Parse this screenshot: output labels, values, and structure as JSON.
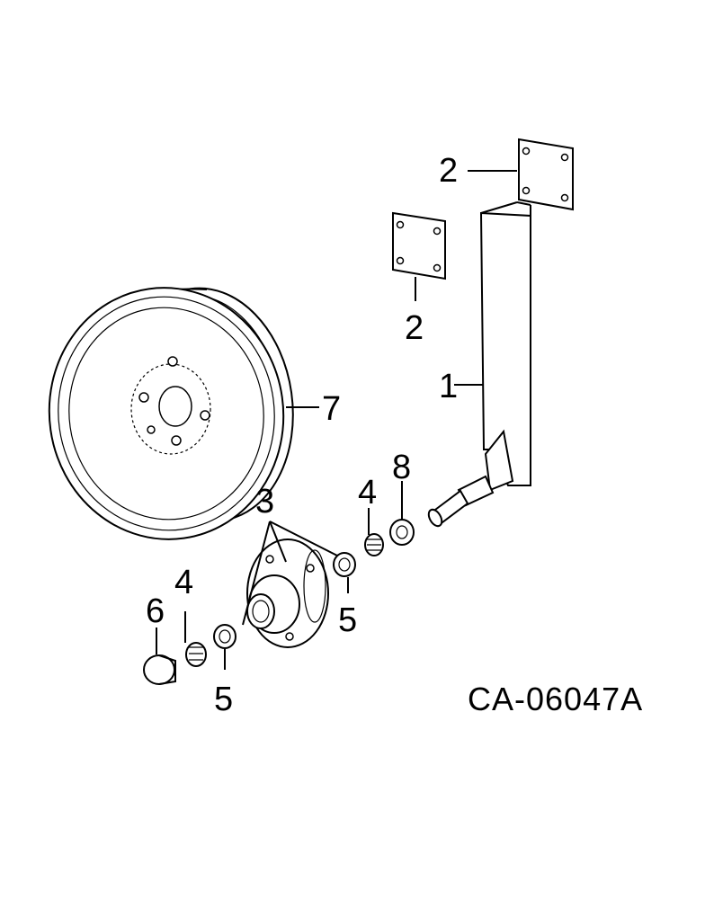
{
  "figure_id": "CA-06047A",
  "callouts": {
    "part_1": "1",
    "part_2_upper": "2",
    "part_2_lower": "2",
    "part_3": "3",
    "part_4_right": "4",
    "part_4_left": "4",
    "part_5_right": "5",
    "part_5_left": "5",
    "part_6": "6",
    "part_7": "7",
    "part_8": "8"
  }
}
